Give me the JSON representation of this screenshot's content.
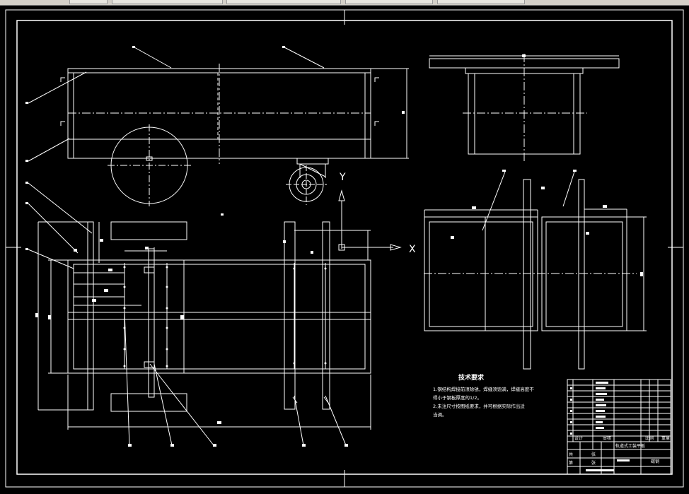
{
  "colors": {
    "background": "#000000",
    "linework": "#ffffff",
    "toolbar": "#d4d0c8"
  },
  "labels": {
    "axis_y": "Y",
    "axis_x": "X"
  },
  "tech_requirements": {
    "title": "技术要求",
    "lines": [
      "1.钢结构焊接前须除锈，焊缝须饱满，焊缝高度不",
      "得小于钢板厚度的1/2。",
      "2.未注尺寸按图纸要求，并可根据实际作出适",
      "当调。"
    ]
  },
  "title_block": {
    "drawing_name": "轨道式工装平板",
    "material_note": "碳钢",
    "cell_labels": [
      "设计",
      "审核",
      "比例",
      "重量",
      "共",
      "张",
      "第",
      "张"
    ]
  }
}
